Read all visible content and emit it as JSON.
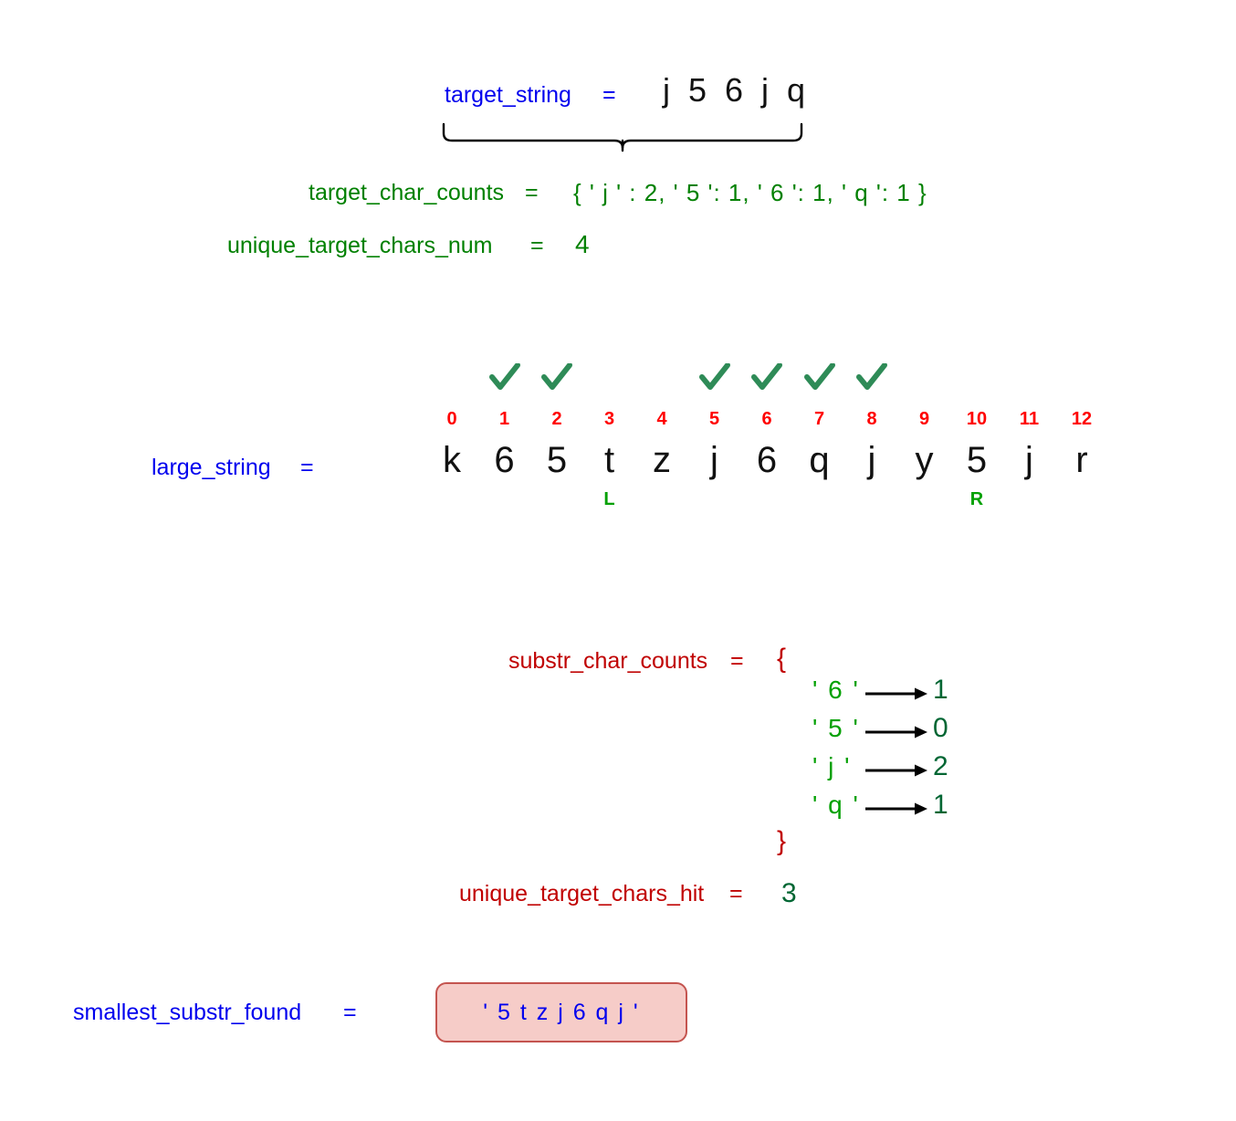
{
  "target": {
    "label": "target_string",
    "equals": "=",
    "value": "j 5 6 j q",
    "chars": [
      "j",
      "5",
      "6",
      "j",
      "q"
    ]
  },
  "target_char_counts": {
    "label": "target_char_counts",
    "equals": "=",
    "value": "{ ' j ' : 2,  ' 5 ': 1,  ' 6 ': 1,  ' q ': 1 }",
    "entries": [
      {
        "char": "j",
        "count": 2
      },
      {
        "char": "5",
        "count": 1
      },
      {
        "char": "6",
        "count": 1
      },
      {
        "char": "q",
        "count": 1
      }
    ]
  },
  "unique_target_chars_num": {
    "label": "unique_target_chars_num",
    "equals": "=",
    "value": "4"
  },
  "large_string": {
    "label": "large_string",
    "equals": "=",
    "columns": [
      {
        "index": "0",
        "char": "k",
        "check": false,
        "pointer": ""
      },
      {
        "index": "1",
        "char": "6",
        "check": true,
        "pointer": ""
      },
      {
        "index": "2",
        "char": "5",
        "check": true,
        "pointer": ""
      },
      {
        "index": "3",
        "char": "t",
        "check": false,
        "pointer": "L"
      },
      {
        "index": "4",
        "char": "z",
        "check": false,
        "pointer": ""
      },
      {
        "index": "5",
        "char": "j",
        "check": true,
        "pointer": ""
      },
      {
        "index": "6",
        "char": "6",
        "check": true,
        "pointer": ""
      },
      {
        "index": "7",
        "char": "q",
        "check": true,
        "pointer": ""
      },
      {
        "index": "8",
        "char": "j",
        "check": true,
        "pointer": ""
      },
      {
        "index": "9",
        "char": "y",
        "check": false,
        "pointer": ""
      },
      {
        "index": "10",
        "char": "5",
        "check": false,
        "pointer": "R"
      },
      {
        "index": "11",
        "char": "j",
        "check": false,
        "pointer": ""
      },
      {
        "index": "12",
        "char": "r",
        "check": false,
        "pointer": ""
      }
    ]
  },
  "substr_char_counts": {
    "label": "substr_char_counts",
    "equals": "=",
    "open_brace": "{",
    "close_brace": "}",
    "entries": [
      {
        "key": "' 6 '",
        "value": "1"
      },
      {
        "key": "' 5 '",
        "value": "0"
      },
      {
        "key": "' j '",
        "value": "2"
      },
      {
        "key": "' q '",
        "value": "1"
      }
    ]
  },
  "unique_target_chars_hit": {
    "label": "unique_target_chars_hit",
    "equals": "=",
    "value": "3"
  },
  "smallest_substr_found": {
    "label": "smallest_substr_found",
    "equals": "=",
    "value": "' 5 t z j 6 q j '"
  },
  "colors": {
    "blue": "#0000ee",
    "green": "#008000",
    "bright_green": "#00a000",
    "dark_green": "#006633",
    "dark_red": "#c00000",
    "index_red": "#ff0000",
    "check_green": "#2e8b57",
    "box_fill": "#f6ccc8",
    "box_border": "#c4544f",
    "char_black": "#111111"
  }
}
